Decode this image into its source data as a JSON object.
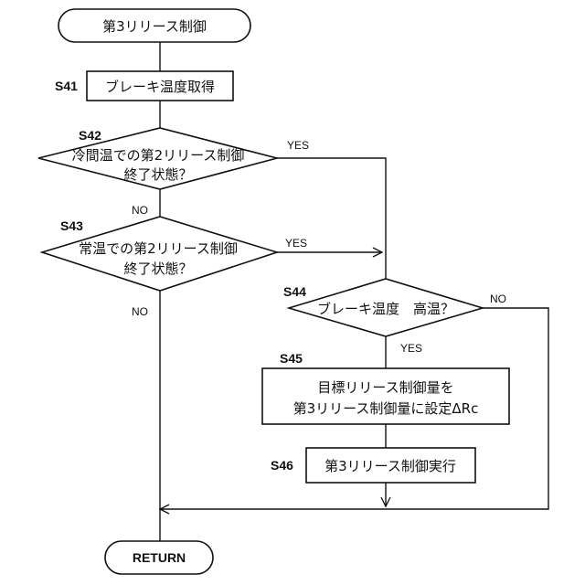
{
  "flowchart": {
    "start": "第3リリース制御",
    "end": "RETURN",
    "steps": {
      "s41": {
        "label": "S41",
        "text": "ブレーキ温度取得"
      },
      "s42": {
        "label": "S42",
        "line1": "冷間温での第2リリース制御",
        "line2": "終了状態？",
        "yes": "YES",
        "no": "NO"
      },
      "s43": {
        "label": "S43",
        "line1": "常温での第2リリース制御",
        "line2": "終了状態？",
        "yes": "YES",
        "no": "NO"
      },
      "s44": {
        "label": "S44",
        "text": "ブレーキ温度　高温？",
        "yes": "YES",
        "no": "NO"
      },
      "s45": {
        "label": "S45",
        "line1": "目標リリース制御量を",
        "line2": "第3リリース制御量に設定ΔRc"
      },
      "s46": {
        "label": "S46",
        "text": "第3リリース制御実行"
      }
    }
  }
}
